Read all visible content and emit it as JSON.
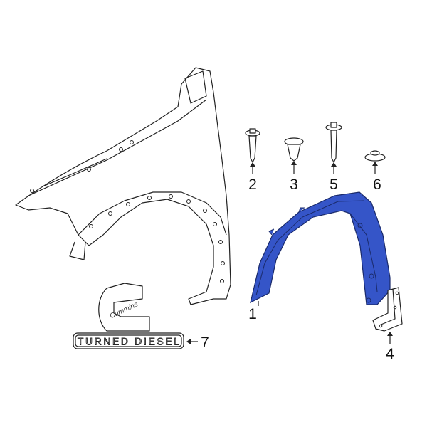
{
  "diagram": {
    "accent_color": "#3555c8",
    "callouts": [
      {
        "number": "1",
        "part": "fender-flare"
      },
      {
        "number": "2",
        "part": "bolt"
      },
      {
        "number": "3",
        "part": "push-retainer"
      },
      {
        "number": "4",
        "part": "bracket"
      },
      {
        "number": "5",
        "part": "bolt"
      },
      {
        "number": "6",
        "part": "clip-nut"
      },
      {
        "number": "7",
        "part": "emblem"
      }
    ],
    "emblem": {
      "logo_text": "Cummins",
      "badge_text": "TURNED DIESEL"
    }
  }
}
